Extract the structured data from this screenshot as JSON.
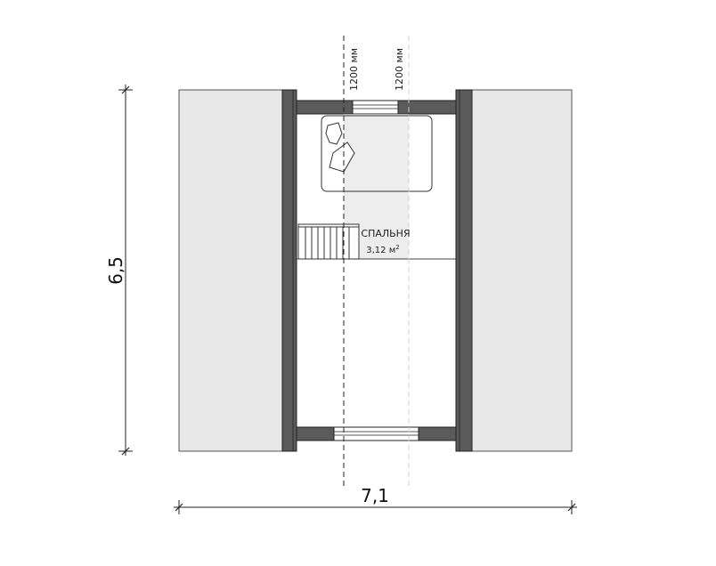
{
  "room": {
    "name": "СПАЛЬНЯ",
    "area": "3,12 м",
    "area_sup": "2"
  },
  "dimensions": {
    "width": "7,1",
    "height": "6,5"
  },
  "height_lines": {
    "first": "1200 мм",
    "second": "1200 мм"
  },
  "colors": {
    "wall": "#5a5a5a",
    "roof_slope": "#e8e8e8",
    "floor": "#ffffff",
    "line": "#222222"
  }
}
